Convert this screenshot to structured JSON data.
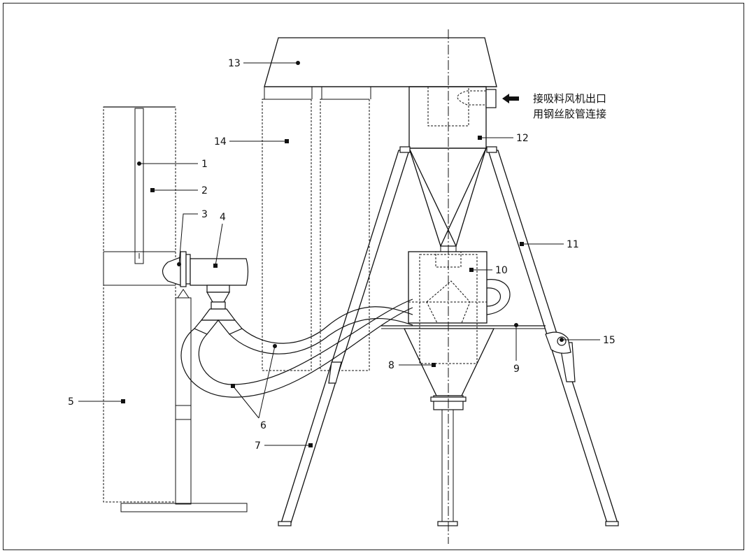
{
  "diagram": {
    "labels": [
      {
        "id": "1",
        "text": "1"
      },
      {
        "id": "2",
        "text": "2"
      },
      {
        "id": "3",
        "text": "3"
      },
      {
        "id": "4",
        "text": "4"
      },
      {
        "id": "5",
        "text": "5"
      },
      {
        "id": "6",
        "text": "6"
      },
      {
        "id": "7",
        "text": "7"
      },
      {
        "id": "8",
        "text": "8"
      },
      {
        "id": "9",
        "text": "9"
      },
      {
        "id": "10",
        "text": "10"
      },
      {
        "id": "11",
        "text": "11"
      },
      {
        "id": "12",
        "text": "12"
      },
      {
        "id": "13",
        "text": "13"
      },
      {
        "id": "14",
        "text": "14"
      },
      {
        "id": "15",
        "text": "15"
      }
    ],
    "note": {
      "line1": "接吸料风机出口",
      "line2": "用钢丝胶管连接"
    }
  }
}
